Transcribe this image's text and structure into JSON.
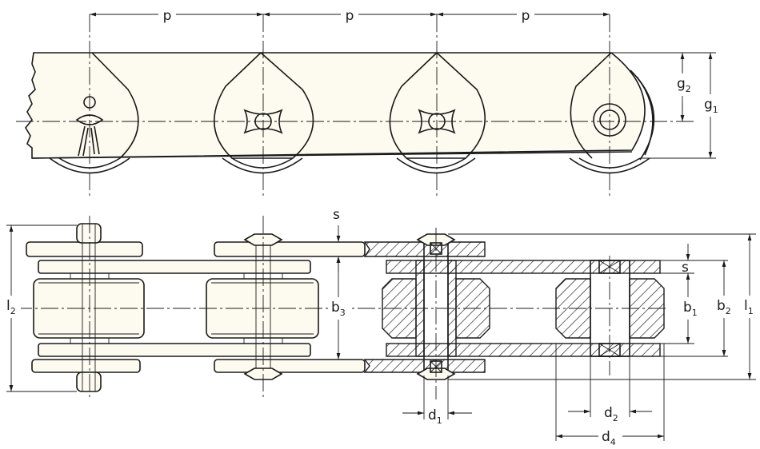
{
  "labels": {
    "pitch": "p",
    "plate_thickness": "s",
    "g2_main": "g",
    "g2_sub": "2",
    "g1_main": "g",
    "g1_sub": "1",
    "l2_main": "l",
    "l2_sub": "2",
    "b3_main": "b",
    "b3_sub": "3",
    "l1_main": "l",
    "l1_sub": "1",
    "b1_main": "b",
    "b1_sub": "1",
    "b2_main": "b",
    "b2_sub": "2",
    "d1_main": "d",
    "d1_sub": "1",
    "d2_main": "d",
    "d2_sub": "2",
    "d4_main": "d",
    "d4_sub": "4"
  }
}
